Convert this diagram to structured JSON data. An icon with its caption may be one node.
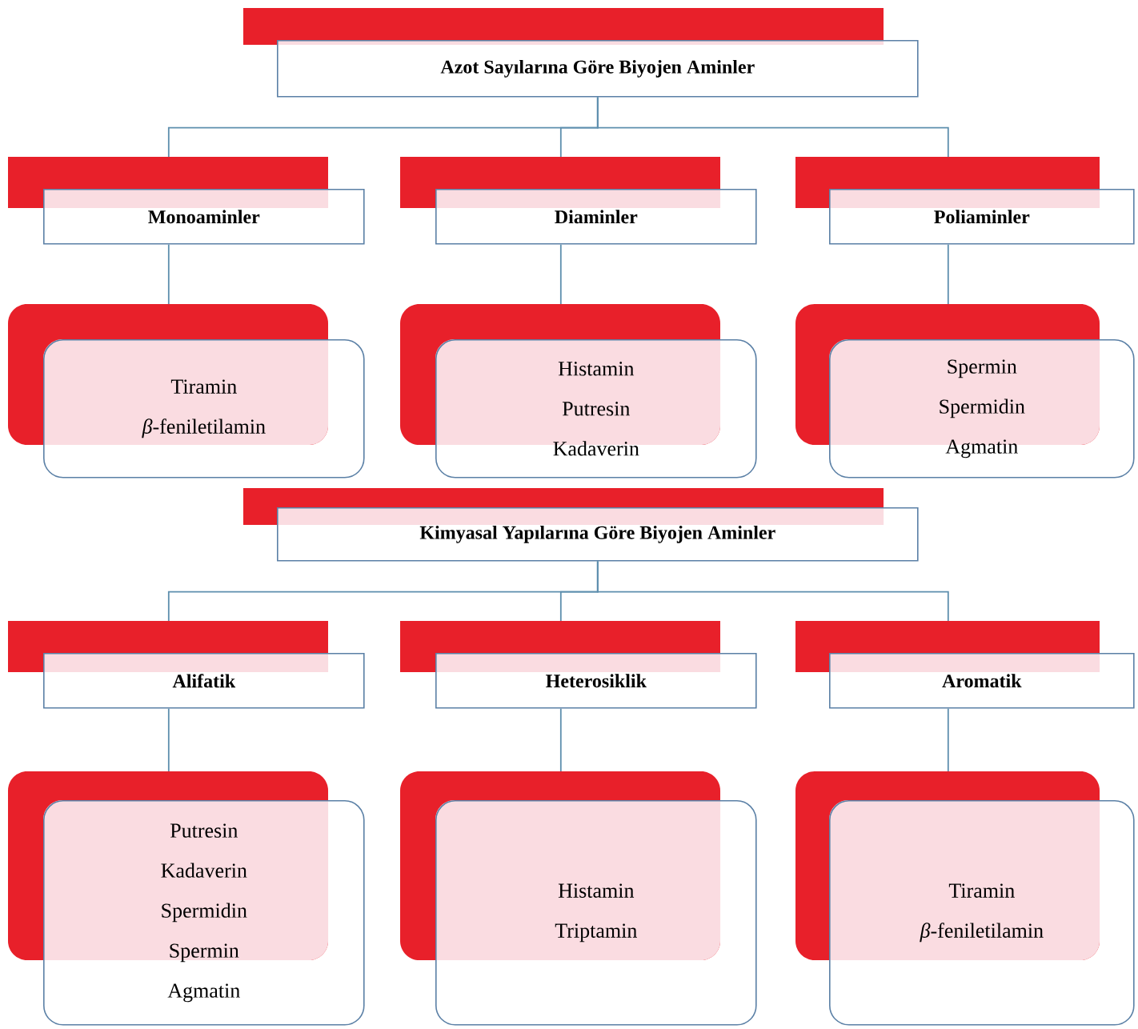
{
  "diagram": {
    "nodes": [
      {
        "text": [
          "Azot Sayılarına Göre Biyojen Aminler"
        ]
      },
      {
        "text": [
          "Monoaminler"
        ]
      },
      {
        "text": [
          "Diaminler"
        ]
      },
      {
        "text": [
          "Poliaminler"
        ]
      },
      {
        "text": [
          "Tiramin",
          "*β*-feniletilamin"
        ]
      },
      {
        "text": [
          "Histamin",
          "Putresin",
          "Kadaverin"
        ]
      },
      {
        "text": [
          "Spermin",
          "Spermidin",
          "Agmatin"
        ]
      },
      {
        "text": [
          "Kimyasal Yapılarına Göre Biyojen Aminler"
        ]
      },
      {
        "text": [
          "Alifatik"
        ]
      },
      {
        "text": [
          "Heterosiklik"
        ]
      },
      {
        "text": [
          "Aromatik"
        ]
      },
      {
        "text": [
          "Putresin",
          "Kadaverin",
          "Spermidin",
          "Spermin",
          "Agmatin"
        ]
      },
      {
        "text": [
          "Histamin",
          "Triptamin"
        ]
      },
      {
        "text": [
          "Tiramin",
          "*β*-feniletilamin"
        ]
      }
    ],
    "edges": [
      {
        "from": 0,
        "to": 1,
        "arrow": "none"
      },
      {
        "from": 0,
        "to": 2,
        "arrow": "none"
      },
      {
        "from": 0,
        "to": 3,
        "arrow": "none"
      },
      {
        "from": 1,
        "to": 4,
        "arrow": "none"
      },
      {
        "from": 2,
        "to": 5,
        "arrow": "none"
      },
      {
        "from": 3,
        "to": 6,
        "arrow": "none"
      },
      {
        "from": 7,
        "to": 8,
        "arrow": "none"
      },
      {
        "from": 7,
        "to": 9,
        "arrow": "none"
      },
      {
        "from": 7,
        "to": 10,
        "arrow": "none"
      },
      {
        "from": 8,
        "to": 11,
        "arrow": "none"
      },
      {
        "from": 9,
        "to": 12,
        "arrow": "none"
      },
      {
        "from": 10,
        "to": 13,
        "arrow": "none"
      }
    ]
  }
}
